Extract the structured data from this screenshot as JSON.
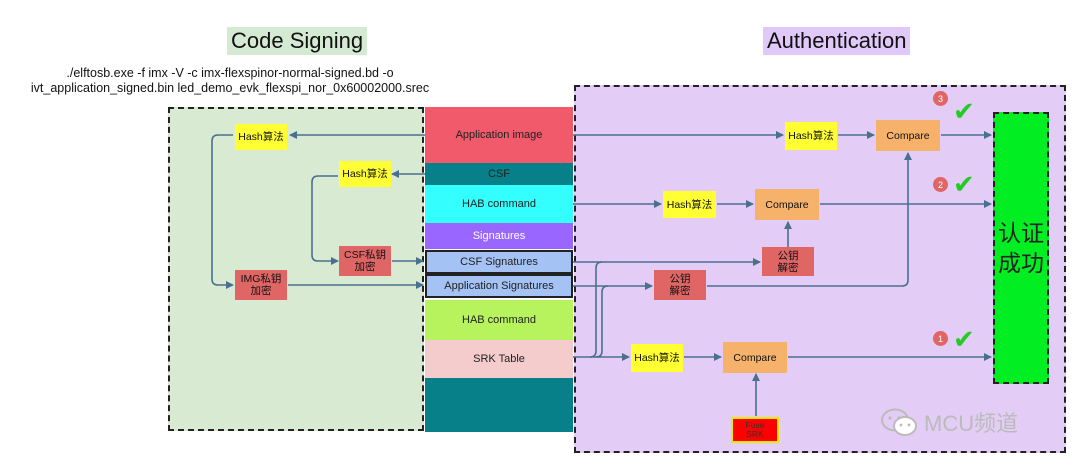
{
  "titles": {
    "code_signing": "Code Signing",
    "authentication": "Authentication"
  },
  "command_line": "./elftosb.exe -f imx -V -c imx-flexspinor-normal-signed.bd -o ivt_application_signed.bin led_demo_evk_flexspi_nor_0x60002000.srec",
  "image_blocks": {
    "application_image": "Application image",
    "csf": "CSF",
    "hab_command_1": "HAB command",
    "signatures": "Signatures",
    "csf_signatures": "CSF Signatures",
    "application_signatures": "Application Signatures",
    "hab_command_2": "HAB command",
    "srk_table": "SRK Table",
    "tail": ""
  },
  "signing_nodes": {
    "hash_app": "Hash算法",
    "hash_csf": "Hash算法",
    "csf_key_encrypt": "CSF私钥\n加密",
    "img_key_encrypt": "IMG私钥\n加密"
  },
  "auth_nodes": {
    "hash_app": "Hash算法",
    "compare_app": "Compare",
    "hash_hab": "Hash算法",
    "compare_hab": "Compare",
    "pubkey_decrypt_csf": "公钥\n解密",
    "pubkey_decrypt_app": "公钥\n解密",
    "hash_srk": "Hash算法",
    "compare_srk": "Compare",
    "fuse_srk": "Fuse\nSRK"
  },
  "auth_success": "认证\n成功",
  "steps": [
    {
      "number": "3"
    },
    {
      "number": "2"
    },
    {
      "number": "1"
    }
  ],
  "checkmark": "✔",
  "watermark": "MCU频道",
  "colors": {
    "app_image": "#f05a6a",
    "teal": "#07808a",
    "cyan": "#33ffff",
    "purple": "#9966ff",
    "light_blue": "#a4c2f4",
    "light_green": "#b6f35c",
    "pink": "#f4cccc",
    "success_green": "#00ee22",
    "arrow": "#4a7090"
  }
}
